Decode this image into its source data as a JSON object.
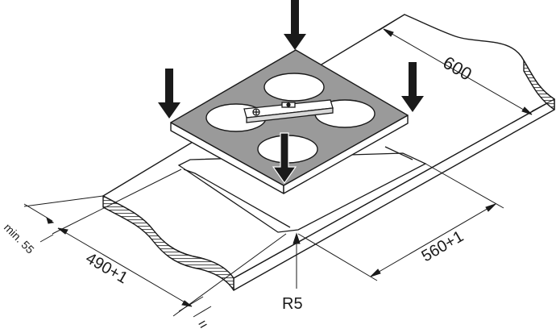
{
  "labels": {
    "depth": "600",
    "cutout_width": "560+1",
    "cutout_depth": "490+1",
    "min_clearance": "min. 55",
    "corner_radius": "R5",
    "equal_mark": "="
  },
  "colors": {
    "line": "#1a1a1a",
    "hob_fill": "#9a9a9a",
    "worktop_fill": "#ffffff",
    "edge_hatch": "#6a6a6a",
    "arrow_fill": "#1a1a1a"
  },
  "icons": {
    "arrow": "down-arrow-icon",
    "level": "spirit-level-icon"
  }
}
